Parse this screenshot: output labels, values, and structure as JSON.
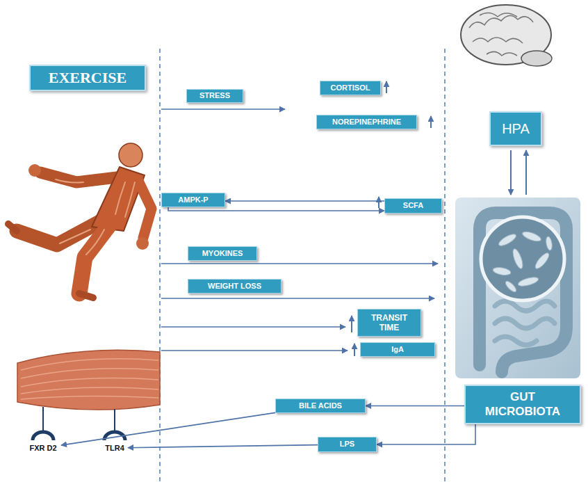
{
  "diagram": {
    "nodes": [
      {
        "text": [
          "EXERCISE"
        ]
      },
      {
        "text": [
          "STRESS"
        ]
      },
      {
        "text": [
          "CORTISOL"
        ]
      },
      {
        "text": [
          "NOREPINEPHRINE"
        ]
      },
      {
        "text": [
          "HPA"
        ]
      },
      {
        "text": [
          "AMPK-P"
        ]
      },
      {
        "text": [
          "SCFA"
        ]
      },
      {
        "text": [
          "MYOKINES"
        ]
      },
      {
        "text": [
          "WEIGHT LOSS"
        ]
      },
      {
        "text": [
          "TRANSIT TIME"
        ]
      },
      {
        "text": [
          "IgA"
        ]
      },
      {
        "text": [
          "GUT MICROBIOTA"
        ]
      },
      {
        "text": [
          "BILE ACIDS"
        ]
      },
      {
        "text": [
          "FXR D2"
        ]
      },
      {
        "text": [
          "TLR4"
        ]
      },
      {
        "text": [
          "LPS"
        ]
      }
    ],
    "edges": [
      {
        "from": 6,
        "to": 5,
        "arrow": "to"
      },
      {
        "from": 5,
        "to": 6,
        "arrow": "to"
      },
      {
        "from": 11,
        "to": 12,
        "arrow": "to"
      },
      {
        "from": 12,
        "to": 13,
        "arrow": "to"
      },
      {
        "from": 11,
        "to": 15,
        "arrow": "to"
      },
      {
        "from": 15,
        "to": 14,
        "arrow": "to"
      }
    ]
  }
}
